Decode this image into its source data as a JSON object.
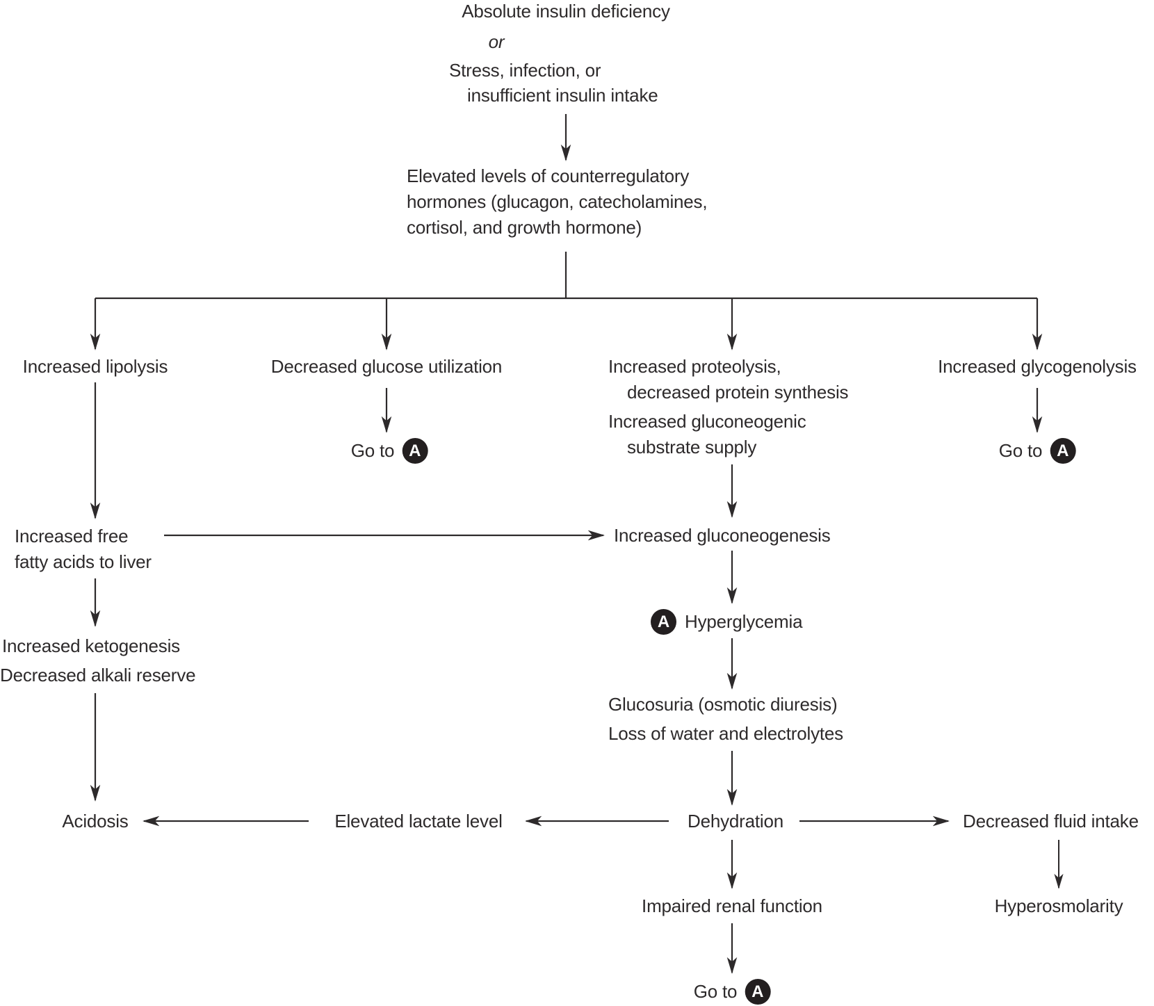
{
  "diagram": {
    "title": "Pathophysiology flowchart: insulin deficiency leading to hyperglycemia, acidosis and dehydration",
    "nodes": {
      "trigger_primary": "Absolute insulin deficiency",
      "trigger_conjunction": "or",
      "trigger_secondary_line1": "Stress, infection, or",
      "trigger_secondary_line2": "insufficient insulin intake",
      "hormones_line1": "Elevated levels of counterregulatory",
      "hormones_line2": "hormones (glucagon, catecholamines,",
      "hormones_line3": "cortisol, and growth hormone)",
      "lipolysis": "Increased lipolysis",
      "glucose_utilization": "Decreased glucose utilization",
      "proteolysis_line1": "Increased proteolysis,",
      "proteolysis_line2": "decreased protein synthesis",
      "gluconeogenic_line1": "Increased gluconeogenic",
      "gluconeogenic_line2": "substrate supply",
      "glycogenolysis": "Increased glycogenolysis",
      "free_fatty_line1": "Increased free",
      "free_fatty_line2": "fatty acids to liver",
      "gluconeogenesis": "Increased gluconeogenesis",
      "ketogenesis": "Increased ketogenesis",
      "alkali_reserve": "Decreased alkali reserve",
      "hyperglycemia": "Hyperglycemia",
      "glucosuria": "Glucosuria (osmotic diuresis)",
      "water_loss": "Loss of water and electrolytes",
      "acidosis": "Acidosis",
      "lactate": "Elevated lactate level",
      "dehydration": "Dehydration",
      "fluid_intake": "Decreased fluid intake",
      "renal": "Impaired renal function",
      "hyperosmolarity": "Hyperosmolarity"
    },
    "go_to_label": "Go to",
    "badge_letter": "A",
    "colors": {
      "text": "#2d2a2b",
      "line": "#2d2a2b",
      "badge_background": "#231f20",
      "badge_text": "#ffffff",
      "background": "#ffffff"
    }
  }
}
